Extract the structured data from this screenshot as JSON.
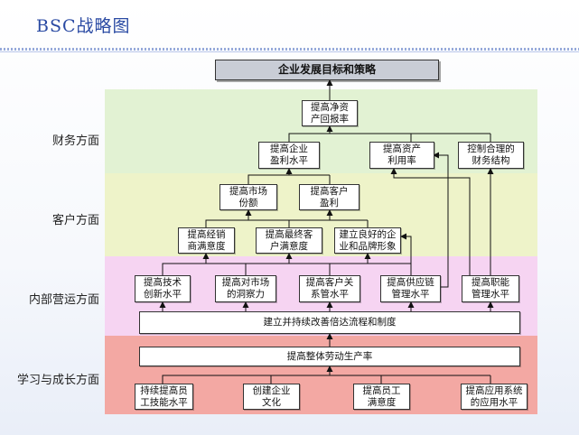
{
  "title": "BSC战略图",
  "sections": {
    "finance": "财务方面",
    "customer": "客户方面",
    "internal": "内部营运方面",
    "learning": "学习与成长方面"
  },
  "boxes": {
    "goal": "企业发展目标和策略",
    "roe": "提高净资\n产回报率",
    "profit": "提高企业\n盈利水平",
    "asset_use": "提高资产\n利用率",
    "fin_struct": "控制合理的\n财务结构",
    "share": "提高市场\n份额",
    "cust_profit": "提高客户\n盈利",
    "dealer_sat": "提高经销\n商满意度",
    "end_sat": "提高最终客\n户满意度",
    "brand": "建立良好的企\n业和品牌形象",
    "tech": "提高技术\n创新水平",
    "insight": "提高对市场\n的洞察力",
    "crm": "提高客户关\n系管水平",
    "supply": "提高供应链\n管理水平",
    "function": "提高职能\n管理水平",
    "process": "建立并持续改善倍达流程和制度",
    "productivity": "提高整体劳动生产率",
    "skill": "持续提高员\n工技能水平",
    "culture": "创建企业\n文化",
    "emp_sat": "提高员工\n满意度",
    "app": "提高应用系统\n的应用水平"
  }
}
